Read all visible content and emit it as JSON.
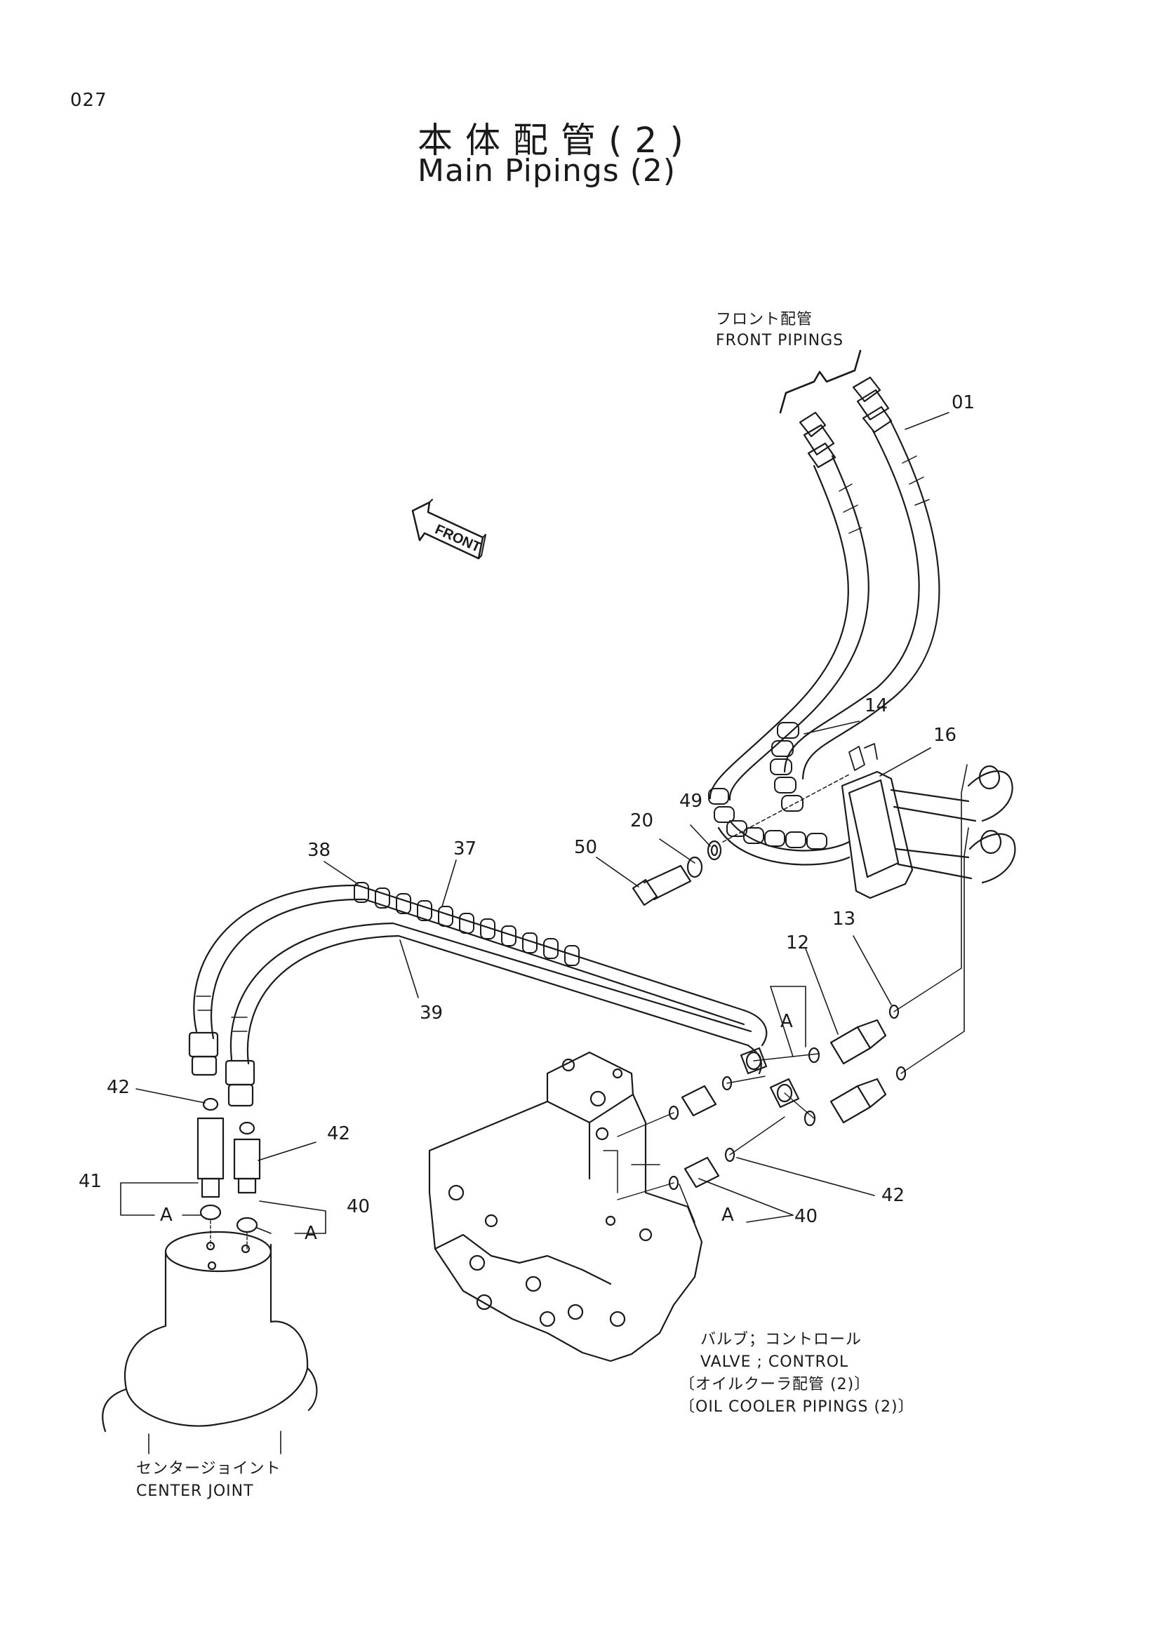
{
  "page": {
    "number": "027",
    "title_ja": "本体配管(2)",
    "title_en": "Main Pipings (2)"
  },
  "labels": {
    "front_pipings_ja": "フロント配管",
    "front_pipings_en": "FRONT PIPINGS",
    "front_arrow": "FRONT",
    "valve_ja": "バルブ；コントロール",
    "valve_en": "VALVE ; CONTROL",
    "oil_cooler_ja": "〔オイルクーラ配管 (2)〕",
    "oil_cooler_en": "〔OIL COOLER PIPINGS (2)〕",
    "center_joint_ja": "センタージョイント",
    "center_joint_en": "CENTER JOINT"
  },
  "callouts": {
    "p01": "01",
    "p14": "14",
    "p16": "16",
    "p49": "49",
    "p20": "20",
    "p50": "50",
    "p38": "38",
    "p37": "37",
    "p39": "39",
    "p13": "13",
    "p12": "12",
    "pA_valve": "A",
    "p42_left": "42",
    "p42_mid": "42",
    "p41": "41",
    "pA_left": "A",
    "pA_right": "A",
    "p40_left": "40",
    "p42_right": "42",
    "pA_bottom": "A",
    "p40_right": "40"
  },
  "colors": {
    "ink": "#1a1a1a",
    "paper": "#ffffff"
  }
}
